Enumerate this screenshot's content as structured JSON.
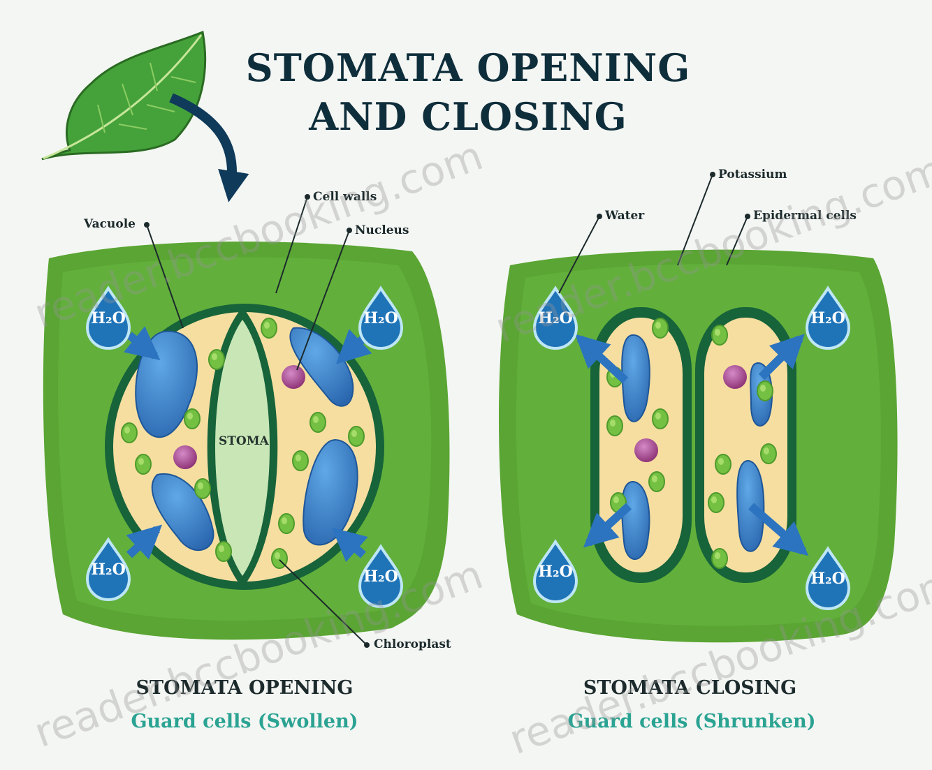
{
  "title": {
    "line1": "STOMATA OPENING",
    "line2": "AND CLOSING"
  },
  "labels": {
    "vacuole": "Vacuole",
    "cell_walls": "Cell walls",
    "nucleus": "Nucleus",
    "stoma": "STOMA",
    "chloroplast": "Chloroplast",
    "water": "Water",
    "potassium": "Potassium",
    "epidermal_cells": "Epidermal cells"
  },
  "water_symbol": "H₂O",
  "panels": {
    "opening": {
      "caption": "STOMATA OPENING",
      "subtitle": "Guard cells (Swollen)"
    },
    "closing": {
      "caption": "STOMATA CLOSING",
      "subtitle": "Guard cells (Shrunken)"
    }
  },
  "watermark": "reader.bccbooking.com",
  "colors": {
    "title": "#0f2e3b",
    "epidermis": "#5aa533",
    "guard_cell_wall": "#17633a",
    "cytoplasm": "#f6dea0",
    "vacuole": "#3a7fc6",
    "water_drop": "#1f74b8",
    "nucleus": "#a43f88",
    "subtitle": "#2ba393"
  }
}
